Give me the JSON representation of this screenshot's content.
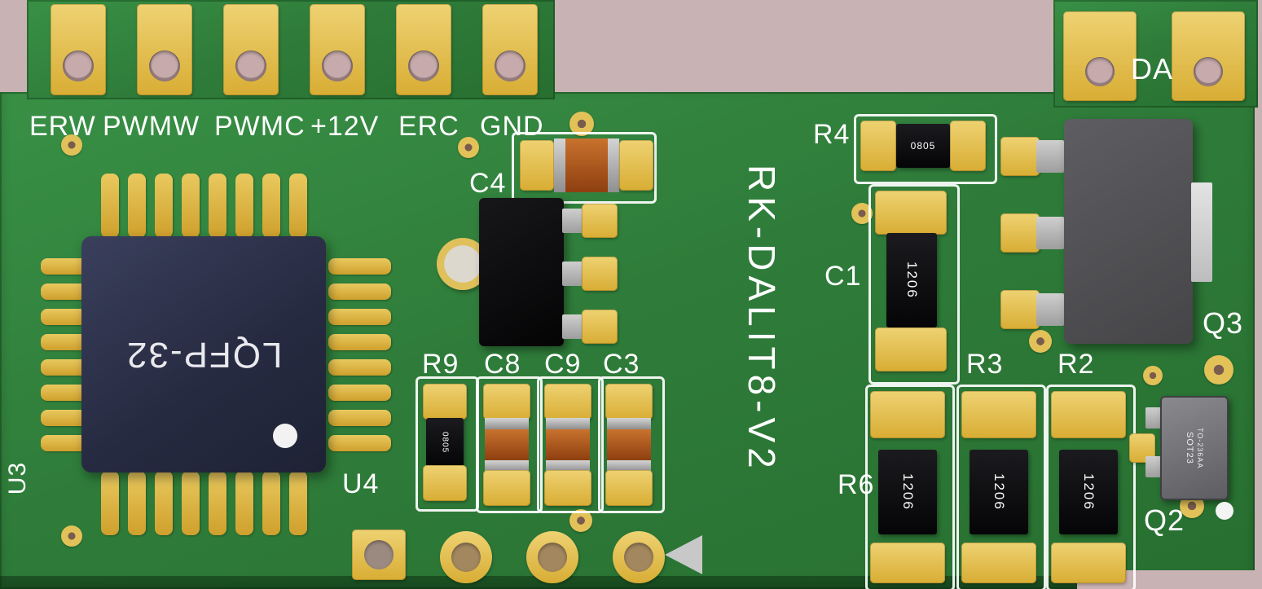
{
  "board": {
    "title": "RK-DALIT8-V2",
    "colors": {
      "background": "#c9b2b4",
      "solder_mask": "#2f7c3c",
      "pad_gold": "#e0ba45",
      "silkscreen": "#ffffff",
      "ic_body": "#2c3047",
      "capacitor_body": "#b05a20"
    }
  },
  "top_connector": {
    "pin_labels": [
      "ERW",
      "PWMW",
      "PWMC",
      "+12V",
      "ERC",
      "GND"
    ]
  },
  "da_connector": {
    "label": "DA"
  },
  "ic": {
    "ref": "U3",
    "ref_alt": "U4",
    "package_marking": "LQFP-32"
  },
  "components": {
    "c4": {
      "ref": "C4"
    },
    "r9": {
      "ref": "R9",
      "marking": "0805"
    },
    "c8": {
      "ref": "C8"
    },
    "c9": {
      "ref": "C9"
    },
    "c3": {
      "ref": "C3"
    },
    "r4": {
      "ref": "R4",
      "marking": "0805"
    },
    "c1": {
      "ref": "C1",
      "marking": "1206"
    },
    "r3": {
      "ref": "R3",
      "marking": "1206"
    },
    "r2": {
      "ref": "R2",
      "marking": "1206"
    },
    "r6": {
      "ref": "R6",
      "marking": "1206"
    },
    "q3": {
      "ref": "Q3"
    },
    "q2": {
      "ref": "Q2",
      "marking_line1": "SOT23",
      "marking_line2": "TO-236AA"
    }
  }
}
